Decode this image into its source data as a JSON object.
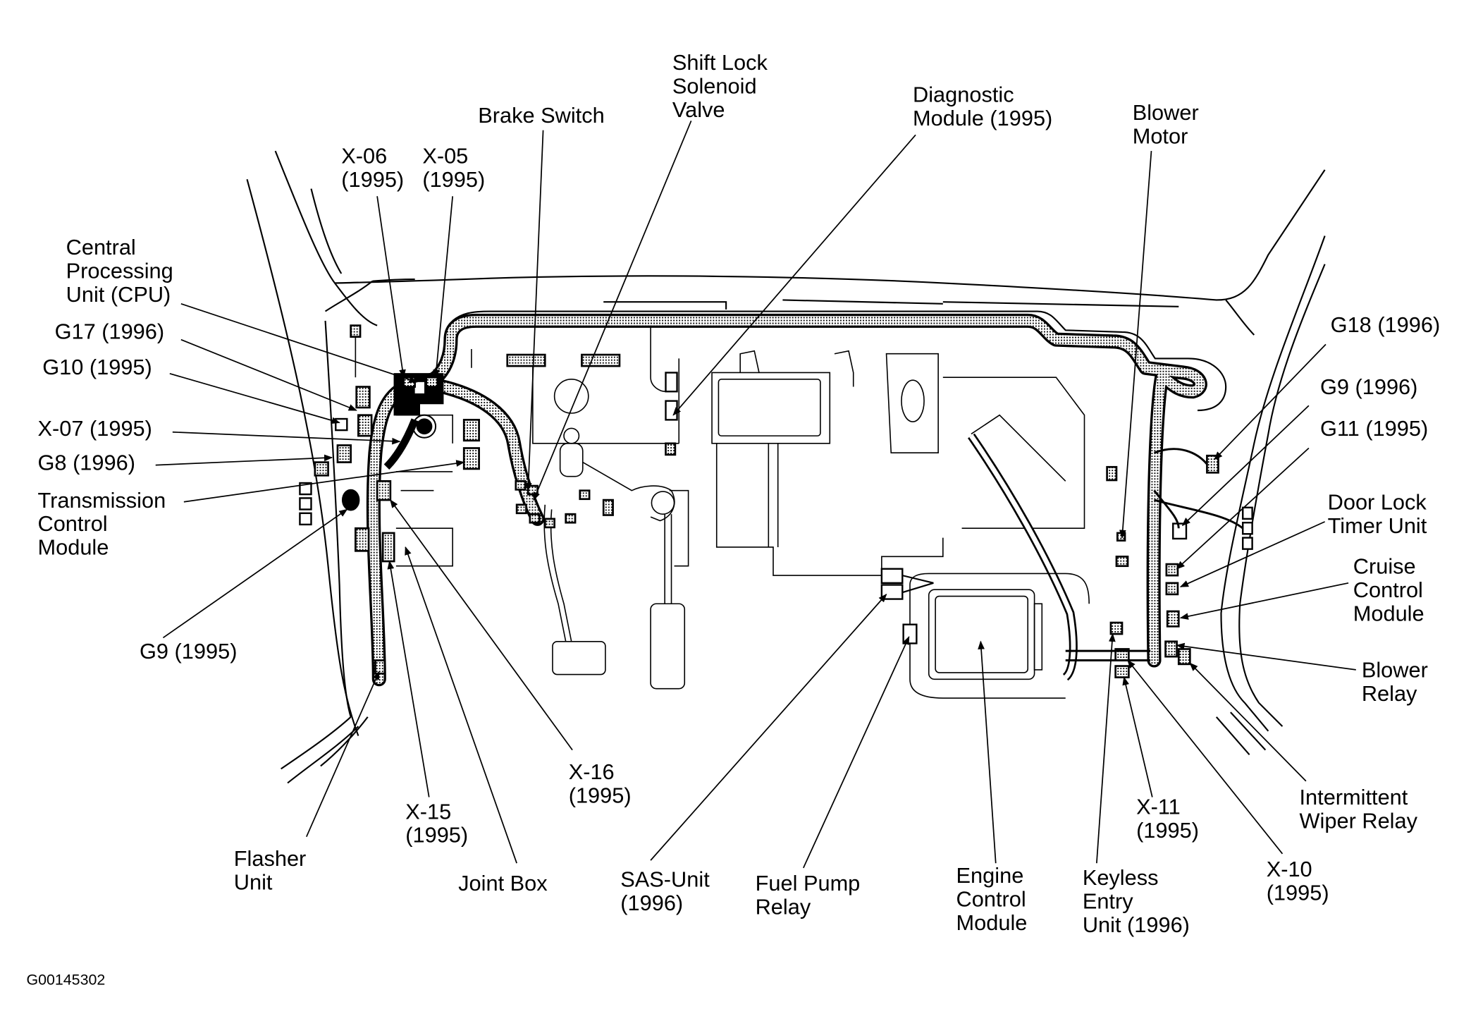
{
  "figure_id": "G00145302",
  "labels": {
    "central_processing_unit": [
      "Central",
      "Processing",
      "Unit (CPU)"
    ],
    "g17_1996": [
      "G17 (1996)"
    ],
    "g10_1995": [
      "G10 (1995)"
    ],
    "x07_1995": [
      "X-07 (1995)"
    ],
    "g8_1996": [
      "G8 (1996)"
    ],
    "transmission_control_module": [
      "Transmission",
      "Control",
      "Module"
    ],
    "g9_1995": [
      "G9 (1995)"
    ],
    "x06_1995": [
      "X-06",
      "(1995)"
    ],
    "x05_1995": [
      "X-05",
      "(1995)"
    ],
    "brake_switch": [
      "Brake Switch"
    ],
    "shift_lock_solenoid_valve": [
      "Shift Lock",
      "Solenoid",
      "Valve"
    ],
    "diagnostic_module_1995": [
      "Diagnostic",
      "Module (1995)"
    ],
    "blower_motor": [
      "Blower",
      "Motor"
    ],
    "g18_1996": [
      "G18 (1996)"
    ],
    "g9_1996": [
      "G9 (1996)"
    ],
    "g11_1995": [
      "G11 (1995)"
    ],
    "door_lock_timer_unit": [
      "Door Lock",
      "Timer Unit"
    ],
    "cruise_control_module": [
      "Cruise",
      "Control",
      "Module"
    ],
    "blower_relay": [
      "Blower",
      "Relay"
    ],
    "intermittent_wiper_relay": [
      "Intermittent",
      "Wiper Relay"
    ],
    "x10_1995": [
      "X-10",
      "(1995)"
    ],
    "x11_1995": [
      "X-11",
      "(1995)"
    ],
    "keyless_entry_unit_1996": [
      "Keyless",
      "Entry",
      "Unit (1996)"
    ],
    "engine_control_module": [
      "Engine",
      "Control",
      "Module"
    ],
    "fuel_pump_relay": [
      "Fuel Pump",
      "Relay"
    ],
    "sas_unit_1996": [
      "SAS-Unit",
      "(1996)"
    ],
    "x16_1995": [
      "X-16",
      "(1995)"
    ],
    "joint_box": [
      "Joint Box"
    ],
    "x15_1995": [
      "X-15",
      "(1995)"
    ],
    "flasher_unit": [
      "Flasher",
      "Unit"
    ]
  }
}
